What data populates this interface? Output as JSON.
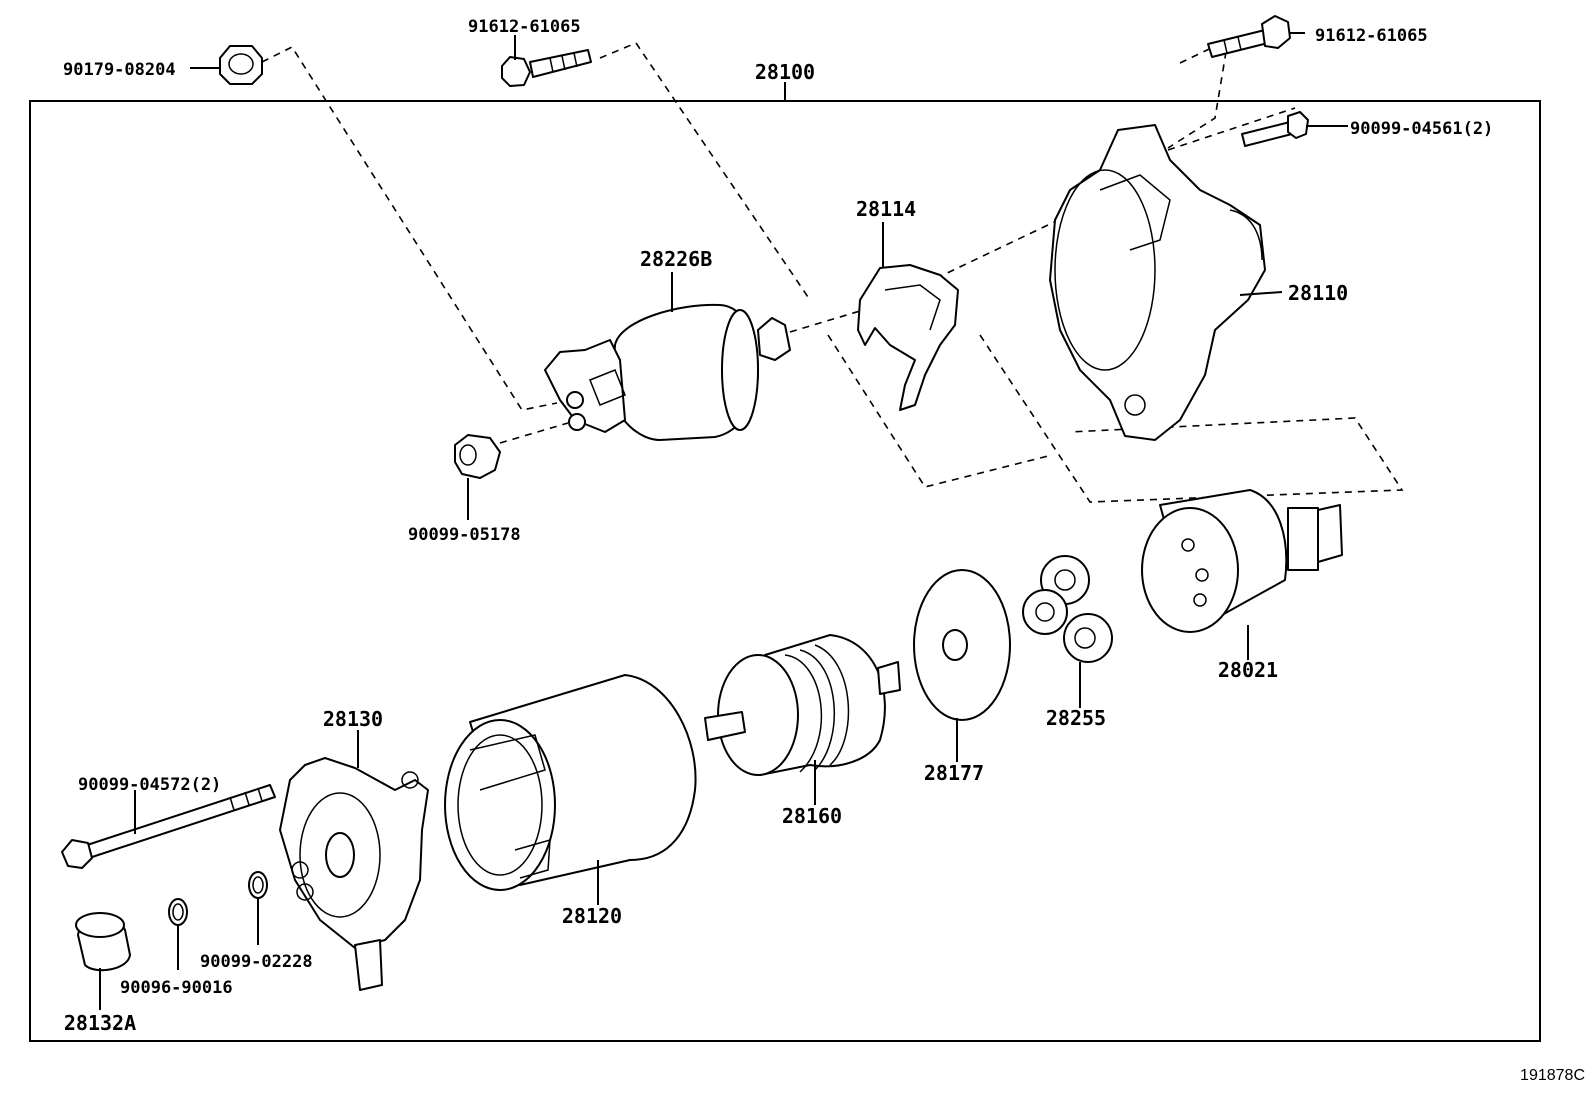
{
  "diagram": {
    "assembly_number": "28100",
    "reference_code": "191878C",
    "parts": [
      {
        "id": "p-90179-08204",
        "label": "90179-08204"
      },
      {
        "id": "p-91612-61065-a",
        "label": "91612-61065"
      },
      {
        "id": "p-91612-61065-b",
        "label": "91612-61065"
      },
      {
        "id": "p-90099-04561",
        "label": "90099-04561(2)"
      },
      {
        "id": "p-28114",
        "label": "28114"
      },
      {
        "id": "p-28226b",
        "label": "28226B"
      },
      {
        "id": "p-28110",
        "label": "28110"
      },
      {
        "id": "p-90099-05178",
        "label": "90099-05178"
      },
      {
        "id": "p-28021",
        "label": "28021"
      },
      {
        "id": "p-28255",
        "label": "28255"
      },
      {
        "id": "p-28177",
        "label": "28177"
      },
      {
        "id": "p-28160",
        "label": "28160"
      },
      {
        "id": "p-28130",
        "label": "28130"
      },
      {
        "id": "p-90099-04572",
        "label": "90099-04572(2)"
      },
      {
        "id": "p-28120",
        "label": "28120"
      },
      {
        "id": "p-90099-02228",
        "label": "90099-02228"
      },
      {
        "id": "p-90096-90016",
        "label": "90096-90016"
      },
      {
        "id": "p-28132a",
        "label": "28132A"
      }
    ]
  }
}
